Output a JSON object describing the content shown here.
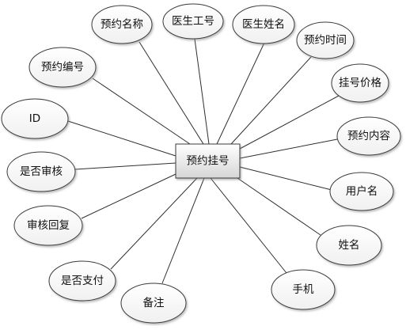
{
  "diagram": {
    "entity": "预约挂号",
    "attributes": [
      "ID",
      "预约编号",
      "预约名称",
      "医生工号",
      "医生姓名",
      "预约时间",
      "挂号价格",
      "预约内容",
      "用户名",
      "姓名",
      "手机",
      "备注",
      "是否支付",
      "审核回复",
      "是否审核"
    ]
  }
}
